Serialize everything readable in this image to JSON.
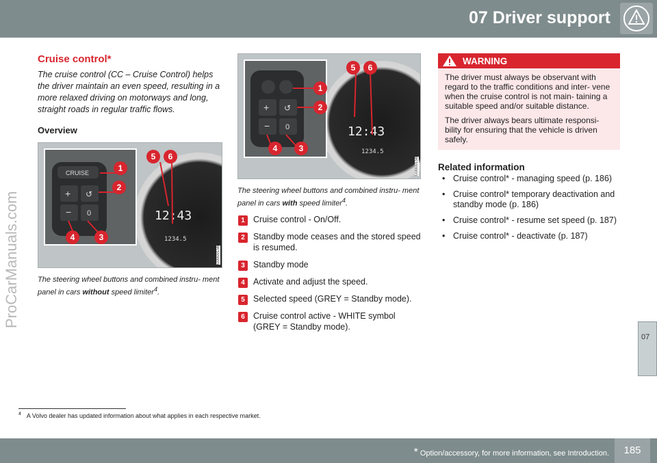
{
  "header": {
    "title": "07 Driver support",
    "icon": "warning-triangle-icon"
  },
  "side_tab": "07",
  "watermark": "ProCarManuals.com",
  "section": {
    "title": "Cruise control*",
    "intro": "The cruise control (CC – Cruise Control) helps the driver maintain an even speed, resulting in a more relaxed driving on motorways and long, straight roads in regular traffic flows.",
    "overview_heading": "Overview"
  },
  "figure1": {
    "time": "12:43",
    "odometer": "1234.5",
    "code": "G0000156",
    "markers": [
      "1",
      "2",
      "3",
      "4",
      "5",
      "6"
    ],
    "caption_pre": "The steering wheel buttons and combined instru- ment panel in cars ",
    "caption_em": "without",
    "caption_post": " speed limiter",
    "caption_sup": "4",
    "caption_end": "."
  },
  "figure2": {
    "time": "12:43",
    "odometer": "1234.5",
    "code": "G0000158",
    "markers": [
      "1",
      "2",
      "3",
      "4",
      "5",
      "6"
    ],
    "caption_pre": "The steering wheel buttons and combined instru- ment panel in cars ",
    "caption_em": "with",
    "caption_post": " speed limiter",
    "caption_sup": "4",
    "caption_end": "."
  },
  "numbered_items": [
    {
      "num": "1",
      "text": "Cruise control - On/Off."
    },
    {
      "num": "2",
      "text": "Standby mode ceases and the stored speed is resumed."
    },
    {
      "num": "3",
      "text": "Standby mode"
    },
    {
      "num": "4",
      "text": "Activate and adjust the speed."
    },
    {
      "num": "5",
      "text": "Selected speed (GREY = Standby mode)."
    },
    {
      "num": "6",
      "text": "Cruise control active - WHITE symbol (GREY = Standby mode)."
    }
  ],
  "warning": {
    "title": "WARNING",
    "p1": "The driver must always be observant with regard to the traffic conditions and inter- vene when the cruise control is not main- taining a suitable speed and/or suitable distance.",
    "p2": "The driver always bears ultimate responsi- bility for ensuring that the vehicle is driven safely."
  },
  "related": {
    "title": "Related information",
    "items": [
      "Cruise control* - managing speed (p. 186)",
      "Cruise control* temporary deactivation and standby mode (p. 186)",
      "Cruise control* - resume set speed (p. 187)",
      "Cruise control* - deactivate (p. 187)"
    ]
  },
  "footnote": {
    "num": "4",
    "text": "A Volvo dealer has updated information about what applies in each respective market."
  },
  "footer": {
    "asterisk": "*",
    "note": " Option/accessory, for more information, see Introduction.",
    "page": "185"
  },
  "colors": {
    "accent": "#d8252e",
    "header": "#7f8c8d",
    "warning_bg": "#fce7e9"
  }
}
